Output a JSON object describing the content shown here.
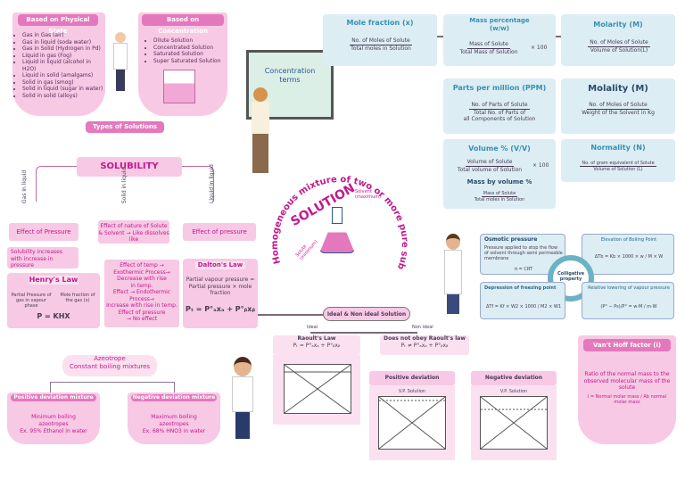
{
  "colors": {
    "pink": "#f7c9e4",
    "pink_header": "#e478bd",
    "blue": "#dcedf3",
    "blue_title": "#3a8fb3",
    "magenta": "#c5178f"
  },
  "physical": {
    "title": "Based on Physical State",
    "items": [
      "Gas in Gas (air)",
      "Gas in liquid (soda water)",
      "Gas in Solid (Hydrogen in Pd)",
      "Liquid in gas (Fog)",
      "Liquid in liquid (alcohol in H2O)",
      "Liquid in solid (amalgams)",
      "Solid in gas (smog)",
      "Solid in liquid (sugar in water)",
      "Solid in solid (alloys)"
    ]
  },
  "concentration_based": {
    "title": "Based on Concentration",
    "items": [
      "Dilute Solution",
      "Concentrated Solution",
      "Saturated Solution",
      "Super Saturated Solution"
    ]
  },
  "types_label": "Types of Solutions",
  "concentration_terms": "Concentration terms",
  "mole_fraction": {
    "title": "Mole fraction (x)",
    "num": "No. of Moles of Solute",
    "den": "Total moles in Solution"
  },
  "mass_percentage": {
    "title": "Mass percentage (w/w)",
    "num": "Mass of Solute",
    "den": "Total Mass of Solution",
    "mult": "× 100"
  },
  "molarity": {
    "title": "Molarity (M)",
    "num": "No. of Moles of Solute",
    "den": "Volume of Solution(L)"
  },
  "ppm": {
    "title": "Parts per million (PPM)",
    "num": "No. of Parts of Solute",
    "den1": "Total No. of Parts of",
    "den2": "all Components of Solution"
  },
  "molality": {
    "title": "Molality (M)",
    "num": "No. of Moles of Solute",
    "den": "Weight of the Solvent in Kg"
  },
  "volume_pct": {
    "title": "Volume % (V/V)",
    "num": "Volume of Solute",
    "den": "Total volume of Solution",
    "mult": "× 100",
    "sub": "Mass by volume %",
    "num2": "Mass of Solute",
    "den2": "Total moles in Solution"
  },
  "normality": {
    "title": "Normality (N)",
    "num": "No. of gram equivalent of Solute",
    "den": "Volume of Solution (L)"
  },
  "solubility": "SOLUBILITY",
  "center": {
    "arc": "Homogeneous mixture of two or more pure substance",
    "solution": "SOLUTION",
    "solvent": "Solvent (maximum)",
    "solute": "Solute (minimum)"
  },
  "branches": {
    "gas": "Gas in liquid",
    "solid": "Solid in liquid",
    "liquid": "Liquid in liquid"
  },
  "effect_pressure_left": "Effect of Pressure",
  "effect_nature": "Effect of nature of Solute & Solvent → Like dissolves like",
  "effect_pressure_right": "Effect of pressure",
  "henry_note": "Solubility increases with increase in pressure",
  "henry": {
    "title": "Henry's Law",
    "left": "Partial Pressure of gas in vapour phase",
    "right": "Mole fraction of the gas (x)",
    "eq": "P = KHX"
  },
  "effect_temp": [
    "Effect of temp →",
    "Exothermic Process→",
    "Decrease with rise",
    "in temp.",
    "Effect → Endothermic",
    "Process→",
    "Increase with rise in temp.",
    "Effect of pressure",
    "→ No effect"
  ],
  "dalton": {
    "title": "Dalton's Law",
    "text": "Partial vapour pressure = Partial pressure × mole fraction",
    "eq": "Pₜ = P°ₐxₐ + P°ᵦxᵦ"
  },
  "ideal_node": "Ideal & Non ideal Solution",
  "ideal_label": "Ideal",
  "nonideal_label": "Non ideal",
  "raoult_ideal": {
    "title": "Raoult's Law",
    "eq": "Pₜ = P°ₐxₐ + P°ᵦxᵦ"
  },
  "raoult_non": {
    "title": "Does not obey Raoult's law",
    "eq": "Pₜ ≠ P°ₐxₐ + P°ᵦxᵦ"
  },
  "positive_dev": "Positive deviation",
  "negative_dev": "Negative deviation",
  "vp_label": "V.P. Solution",
  "azeotrope": {
    "title": "Azeotrope",
    "sub": "Constant boiling mixtures"
  },
  "pos_mix": {
    "title": "Positive deviation mixture",
    "text": "Minimum boiling azeotropes",
    "ex": "Ex. 95% Ethanol in water"
  },
  "neg_mix": {
    "title": "Negative deviation mixture",
    "text": "Maximum boiling azeotropes",
    "ex": "Ex. 68% HNO3 in water"
  },
  "colligative": "Colligative property",
  "osmotic": {
    "title": "Osmotic pressure",
    "text": "Pressure applied to stop the flow of solvent through semi permeable membrane",
    "eq": "π = CRT"
  },
  "elevation": {
    "title": "Elevation of Boiling Point",
    "eq": "ΔTb = Kb × 1000 × w / M × W"
  },
  "depression": {
    "title": "Depression of freezing point",
    "eq": "ΔTf = Kf × W2 × 1000 / M2 × W1"
  },
  "lowering": {
    "title": "Relative lowering of vapour pressure",
    "eq": "(P° − Ps)/P° = w·M / m·W"
  },
  "vant_hoff": {
    "title": "Van't Hoff factor (i)",
    "text": "Ratio of the normal mass to the observed molecular mass of the solute",
    "eq": "i = Normal molar mass / Ab normal molar mass"
  }
}
